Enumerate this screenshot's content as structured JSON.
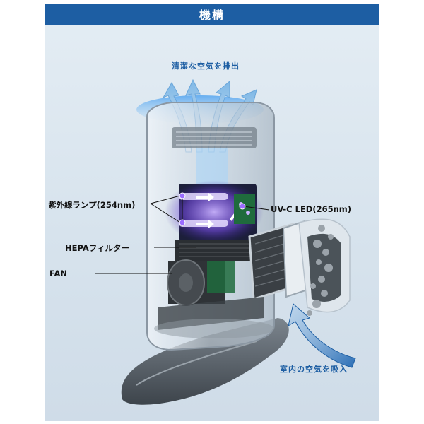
{
  "title": "機構",
  "captions": {
    "exhaust": "清潔な空気を排出",
    "intake": "室内の空気を吸入"
  },
  "callouts": {
    "uv_lamp": "紫外線ランプ(254nm)",
    "uvc_led": "UV-C LED(265nm)",
    "hepa": "HEPAフィルター",
    "fan": "FAN"
  },
  "colors": {
    "header": "#1d5ea3",
    "uv_glow": "#9b6cff",
    "airflow": "#7fb8e6"
  }
}
